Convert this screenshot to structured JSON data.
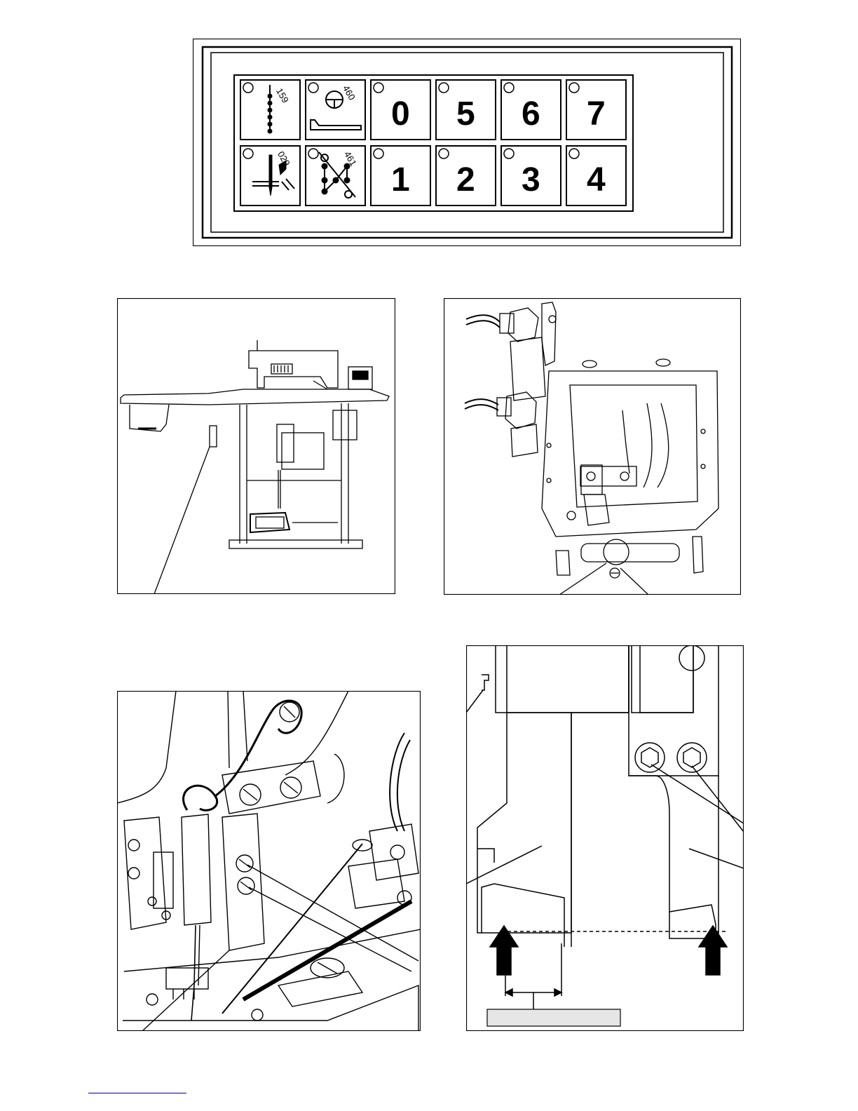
{
  "panel": {
    "top_row": [
      {
        "kind": "icon",
        "icon": "stitch-column-icon",
        "code": "159"
      },
      {
        "kind": "icon",
        "icon": "foot-lift-icon",
        "code": "460"
      },
      {
        "kind": "digit",
        "label": "0"
      },
      {
        "kind": "digit",
        "label": "5"
      },
      {
        "kind": "digit",
        "label": "6"
      },
      {
        "kind": "digit",
        "label": "7"
      }
    ],
    "bottom_row": [
      {
        "kind": "icon",
        "icon": "needle-thread-cutter-icon",
        "code": "029"
      },
      {
        "kind": "icon",
        "icon": "stitch-pattern-cross-icon",
        "code": "461"
      },
      {
        "kind": "digit",
        "label": "1"
      },
      {
        "kind": "digit",
        "label": "2"
      },
      {
        "kind": "digit",
        "label": "3"
      },
      {
        "kind": "digit",
        "label": "4"
      }
    ]
  },
  "figures": {
    "machine_overview": "sewing-machine-table-illustration",
    "cylinder_assembly": "pneumatic-cylinder-assembly-illustration",
    "presser_closeup": "needle-presser-closeup-illustration",
    "guide_diagram": "cutter-guide-offset-diagram"
  },
  "colors": {
    "ink": "#000000",
    "label_box_fill": "#e6e6e6"
  }
}
